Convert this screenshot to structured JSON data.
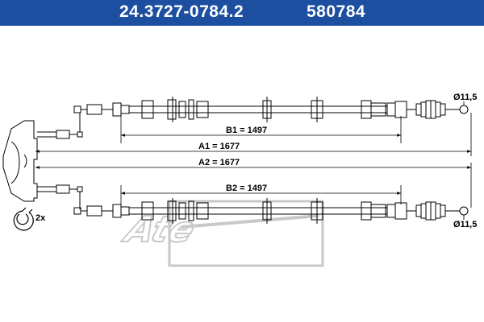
{
  "header": {
    "part_number": "24.3727-0784.2",
    "alt_number": "580784",
    "background": "#1d4fa0",
    "text_color": "#ffffff"
  },
  "dimensions": {
    "b1": "B1 = 1497",
    "a1": "A1 = 1677",
    "a2": "A2 = 1677",
    "b2": "B2 = 1497",
    "diameter_top": "Ø11,5",
    "diameter_bottom": "Ø11,5"
  },
  "clip": {
    "quantity": "2x"
  },
  "watermark": {
    "logo": "Ate"
  }
}
